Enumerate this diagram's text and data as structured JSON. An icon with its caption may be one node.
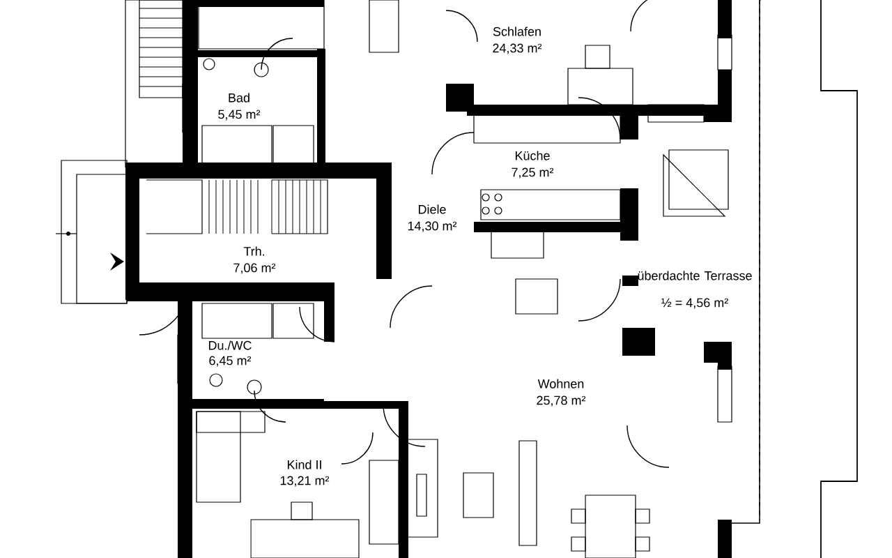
{
  "diagram": {
    "labels": [
      "Schlafen",
      "24,33 m²",
      "Bad",
      "5,45 m²",
      "Küche",
      "7,25 m²",
      "Diele",
      "14,30 m²",
      "Trh.",
      "7,06 m²",
      "überdachte Terrasse",
      "½ = 4,56 m²",
      "Du./WC",
      "6,45 m²",
      "Wohnen",
      "25,78 m²",
      "Kind II",
      "13,21 m²"
    ]
  }
}
